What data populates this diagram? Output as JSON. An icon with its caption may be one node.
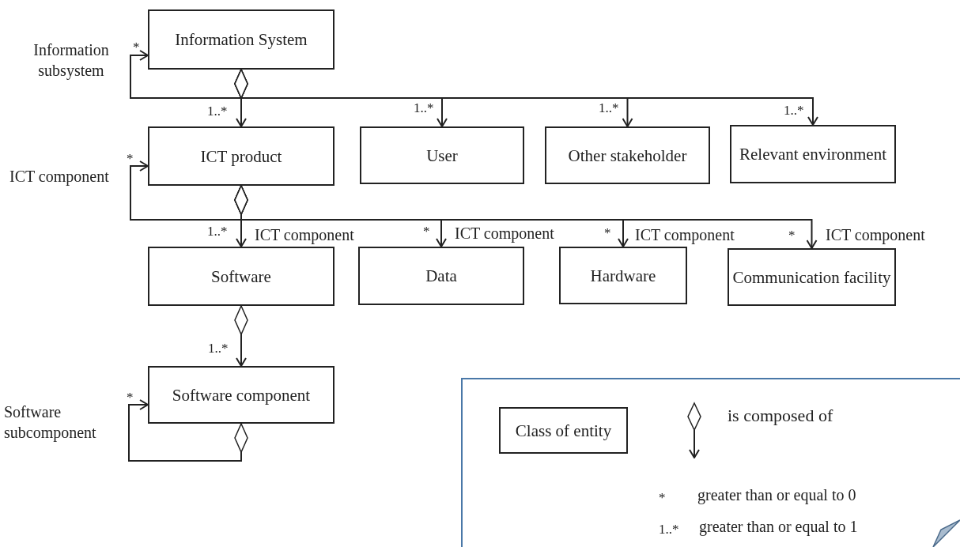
{
  "diagram": {
    "nodes": [
      {
        "text": [
          "Information System"
        ]
      },
      {
        "text": [
          "ICT product"
        ]
      },
      {
        "text": [
          "User"
        ]
      },
      {
        "text": [
          "Other stakeholder"
        ]
      },
      {
        "text": [
          "Relevant environment"
        ]
      },
      {
        "text": [
          "Software"
        ]
      },
      {
        "text": [
          "Data"
        ]
      },
      {
        "text": [
          "Hardware"
        ]
      },
      {
        "text": [
          "Communication facility"
        ]
      },
      {
        "text": [
          "Software component"
        ]
      },
      {
        "text": [
          "Class of entity"
        ]
      }
    ],
    "edges": [
      {
        "from": 0,
        "to": 0,
        "arrow": "to",
        "label": "Information subsystem"
      },
      {
        "from": 0,
        "to": 1,
        "arrow": "to"
      },
      {
        "from": 0,
        "to": 2,
        "arrow": "to"
      },
      {
        "from": 0,
        "to": 3,
        "arrow": "to"
      },
      {
        "from": 0,
        "to": 4,
        "arrow": "to"
      },
      {
        "from": 1,
        "to": 1,
        "arrow": "to",
        "label": "ICT component"
      },
      {
        "from": 1,
        "to": 5,
        "arrow": "to",
        "label": "ICT component"
      },
      {
        "from": 1,
        "to": 6,
        "arrow": "to",
        "label": "ICT component"
      },
      {
        "from": 1,
        "to": 7,
        "arrow": "to",
        "label": "ICT component"
      },
      {
        "from": 1,
        "to": 8,
        "arrow": "to",
        "label": "ICT component"
      },
      {
        "from": 5,
        "to": 9,
        "arrow": "to"
      },
      {
        "from": 9,
        "to": 9,
        "arrow": "to",
        "label": "Software subcomponent"
      }
    ],
    "labels": [
      "*",
      "1..*",
      "1..*",
      "1..*",
      "1..*",
      "*",
      "1..*",
      "*",
      "*",
      "*",
      "1..*",
      "*",
      "*",
      "greater than or equal to 0",
      "1..*",
      "greater than or equal to 1"
    ],
    "legend": [
      {
        "text": "is composed of"
      }
    ]
  }
}
